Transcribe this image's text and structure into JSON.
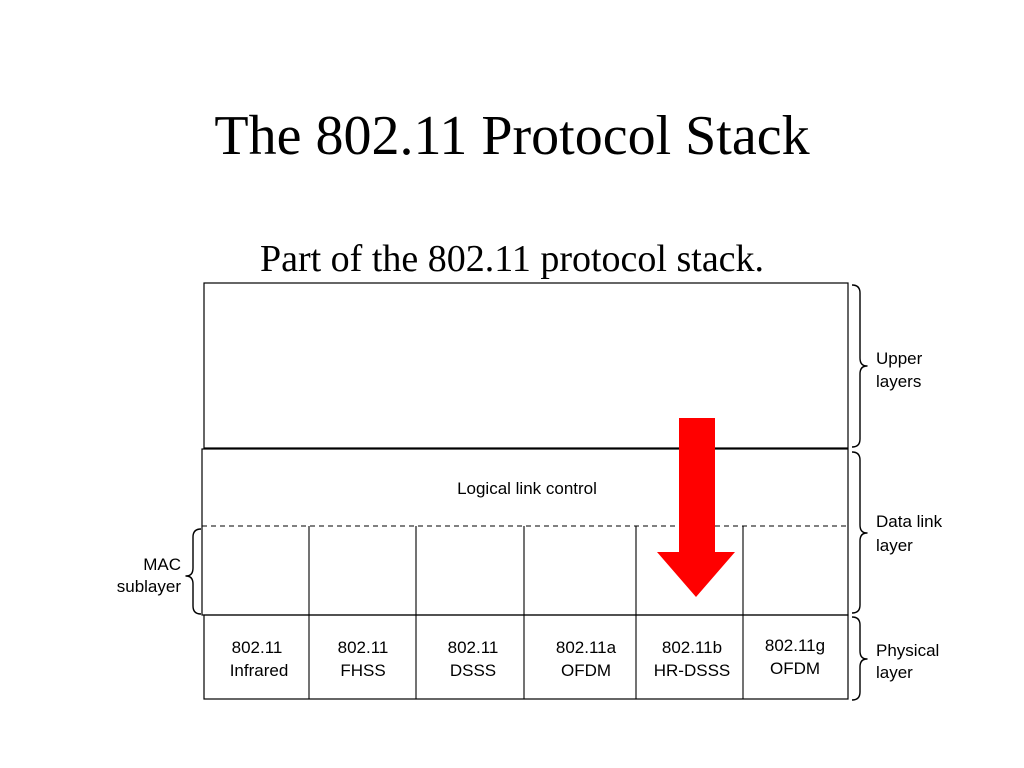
{
  "slide": {
    "title": "The 802.11 Protocol Stack",
    "subtitle": "Part of the 802.11 protocol stack."
  },
  "diagram": {
    "llc_label": "Logical link control",
    "brackets": {
      "upper": [
        "Upper",
        "layers"
      ],
      "datalink": [
        "Data link",
        "layer"
      ],
      "physical": [
        "Physical",
        "layer"
      ],
      "mac": [
        "MAC",
        "sublayer"
      ]
    },
    "physical_cells": [
      {
        "line1": "802.11",
        "line2": "Infrared"
      },
      {
        "line1": "802.11",
        "line2": "FHSS"
      },
      {
        "line1": "802.11",
        "line2": "DSSS"
      },
      {
        "line1": "802.11a",
        "line2": "OFDM"
      },
      {
        "line1": "802.11b",
        "line2": "HR-DSSS"
      },
      {
        "line1": "802.11g",
        "line2": "OFDM"
      }
    ],
    "colors": {
      "line": "#000000",
      "arrow": "#ff0000"
    },
    "highlight_arrow_target": "802.11b"
  }
}
